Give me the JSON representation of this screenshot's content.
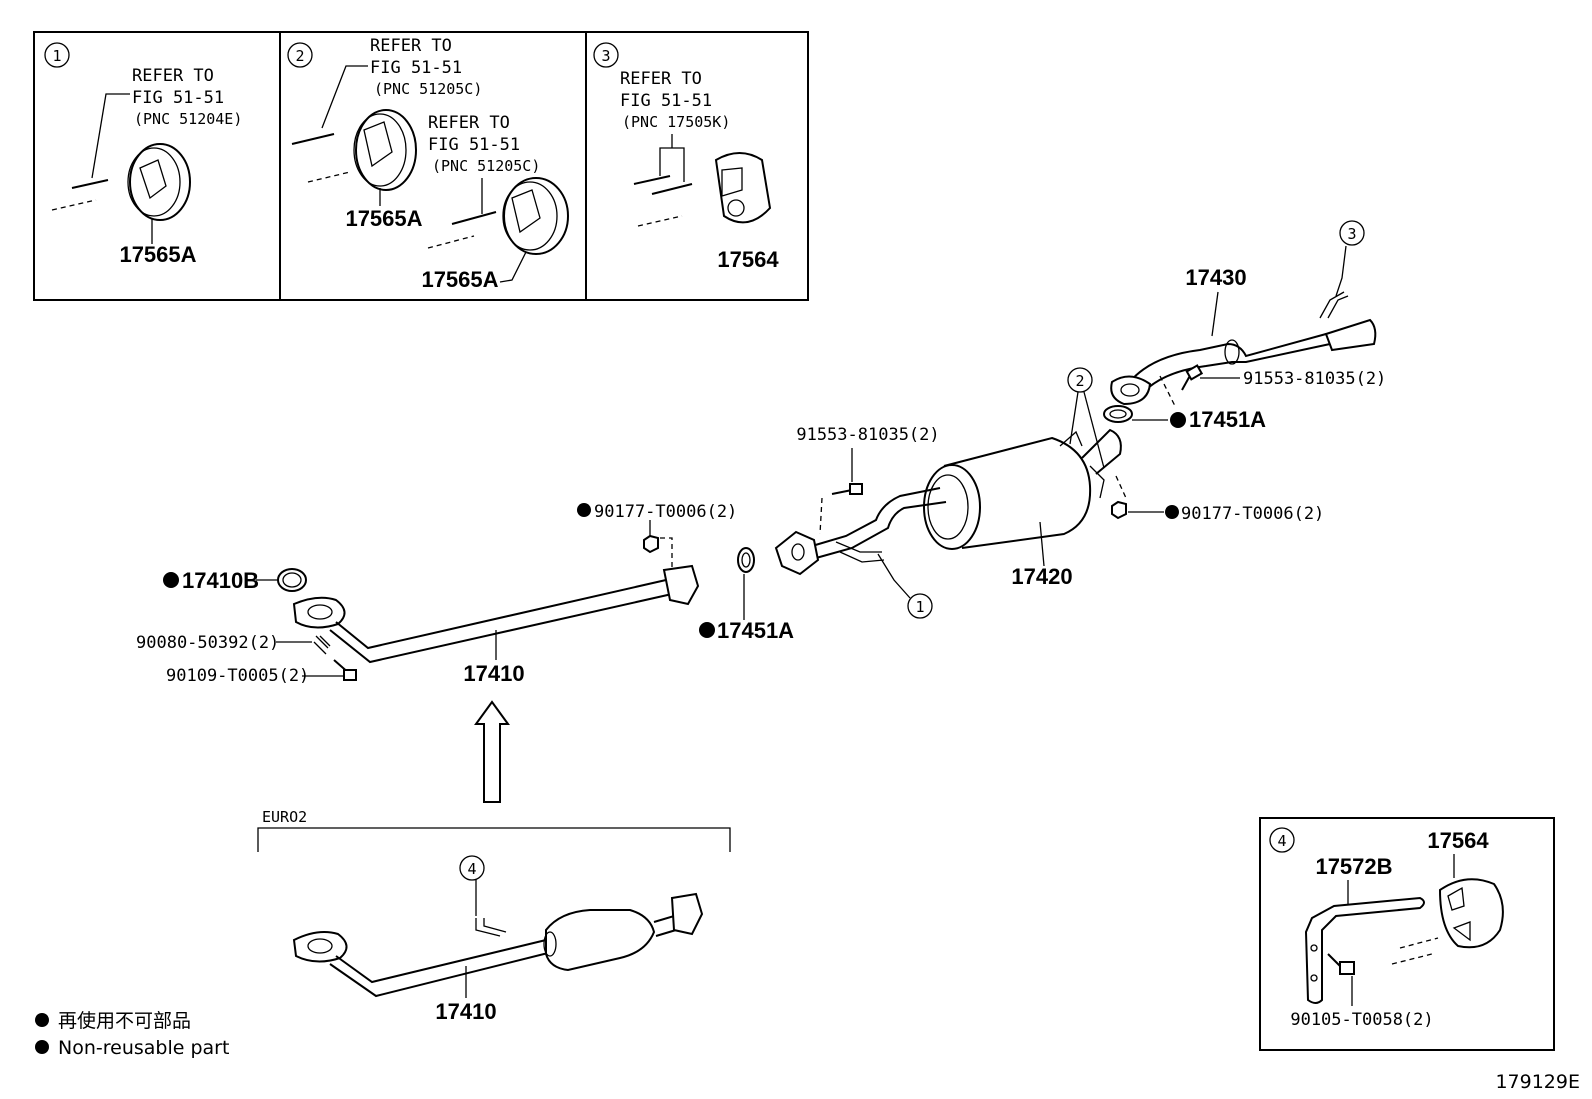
{
  "insets": [
    {
      "num": "1",
      "refer": "REFER TO",
      "fig": "FIG 51-51",
      "pnc": "(PNC 51204E)",
      "part": "17565A"
    },
    {
      "num": "2",
      "refer": "REFER TO",
      "fig": "FIG 51-51",
      "pnc": "(PNC 51205C)",
      "part": "17565A",
      "refer2": "REFER TO",
      "fig2": "FIG 51-51",
      "pnc2": "(PNC 51205C)",
      "part2": "17565A"
    },
    {
      "num": "3",
      "refer": "REFER TO",
      "fig": "FIG 51-51",
      "pnc": "(PNC 17505K)",
      "part": "17564"
    }
  ],
  "parts": {
    "p17430": "17430",
    "p17420": "17420",
    "p17410": "17410",
    "p17410_euro": "17410",
    "bolt_top": "91553-81035(2)",
    "bolt_mid": "91553-81035(2)",
    "gasket_top": "17451A",
    "gasket_mid": "17451A",
    "nut_right": "90177-T0006(2)",
    "nut_left": "90177-T0006(2)",
    "gasket_front": "17410B",
    "spring_bolt": "90080-50392(2)",
    "bolt_front": "90109-T0005(2)",
    "callout1": "1",
    "callout2": "2",
    "callout3": "3",
    "callout4": "4"
  },
  "euro": {
    "label": "EURO2",
    "callout": "4"
  },
  "inset4": {
    "num": "4",
    "bracket": "17572B",
    "insulator": "17564",
    "bolt": "90105-T0058(2)"
  },
  "legend": {
    "jp": "再使用不可部品",
    "en": "Non-reusable part"
  },
  "figure_id": "179129E"
}
